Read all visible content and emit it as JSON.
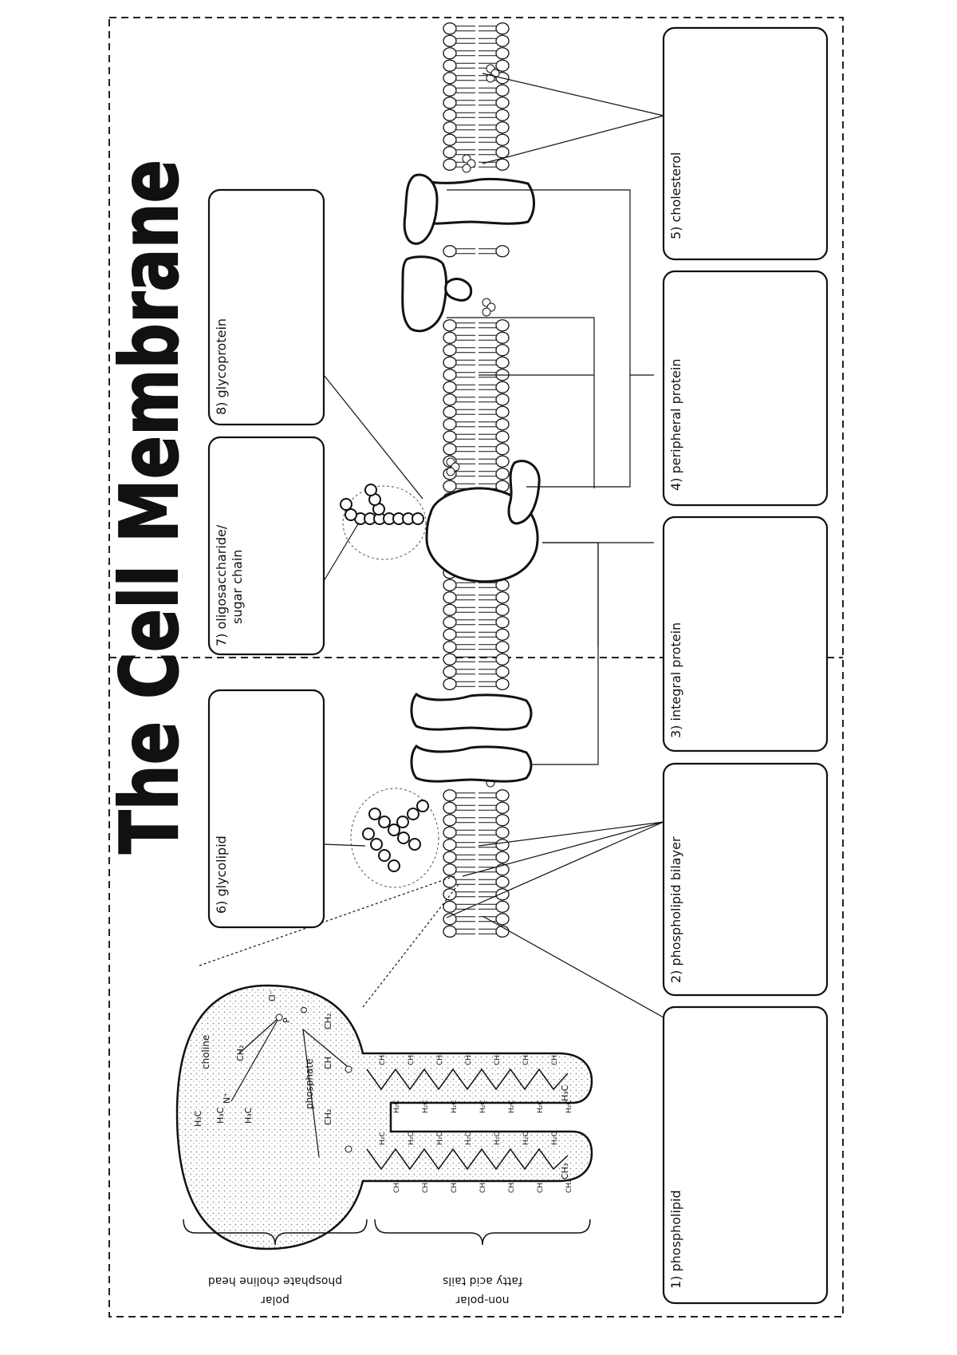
{
  "title": "The Cell Membrane",
  "labels": {
    "phospholipid": "1) phospholipid",
    "phospholipid_bilayer": "2) phospholipid bilayer",
    "integral_protein": "3) integral protein",
    "peripheral_protein": "4) peripheral protein",
    "cholesterol": "5) cholesterol",
    "glycolipid": "6) glycolipid",
    "oligosaccharide_line1": "7) oligosaccharide/",
    "oligosaccharide_line2": "sugar chain",
    "glycoprotein": "8) glycoprotein"
  },
  "molecule": {
    "choline": "choline",
    "phosphate": "phosphate",
    "h3c": "H₃C",
    "ch2": "CH₂",
    "h2c": "H₂C",
    "ch3": "CH₃",
    "n_plus": "N⁺",
    "p": "P",
    "o": "O",
    "o_minus": "O⁻",
    "ch": "CH"
  },
  "brackets": {
    "head_line1": "polar",
    "head_line2": "phosphate choline head",
    "tail_line1": "non-polar",
    "tail_line2": "fatty acid tails"
  },
  "colors": {
    "ink": "#111111",
    "border": "#222222"
  }
}
